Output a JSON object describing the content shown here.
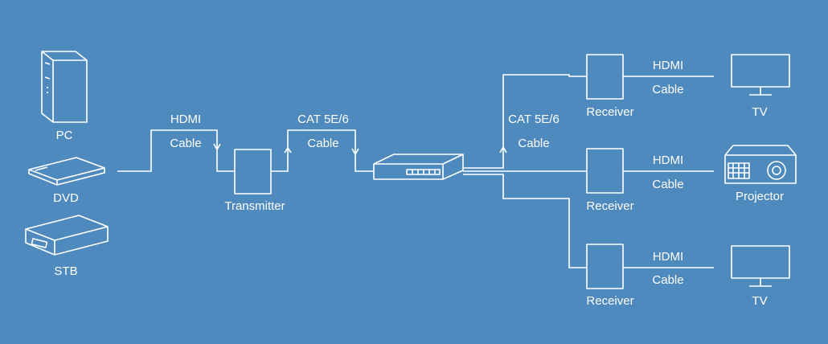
{
  "background_color": "#4f8abf",
  "line_color": "#ffffff",
  "sources": [
    {
      "label": "PC",
      "icon": "pc-tower-icon"
    },
    {
      "label": "DVD",
      "icon": "dvd-player-icon"
    },
    {
      "label": "STB",
      "icon": "set-top-box-icon"
    }
  ],
  "input_cable": {
    "line1": "HDMI",
    "line2": "Cable"
  },
  "transmitter": {
    "label": "Transmitter",
    "icon": "transmitter-box-icon"
  },
  "cat_cable_in": {
    "line1": "CAT 5E/6",
    "line2": "Cable"
  },
  "switch": {
    "icon": "network-switch-icon"
  },
  "cat_cable_out": {
    "line1": "CAT 5E/6",
    "line2": "Cable"
  },
  "outputs": [
    {
      "receiver_label": "Receiver",
      "cable_line1": "HDMI",
      "cable_line2": "Cable",
      "display_label": "TV",
      "display_icon": "tv-icon"
    },
    {
      "receiver_label": "Receiver",
      "cable_line1": "HDMI",
      "cable_line2": "Cable",
      "display_label": "Projector",
      "display_icon": "projector-icon"
    },
    {
      "receiver_label": "Receiver",
      "cable_line1": "HDMI",
      "cable_line2": "Cable",
      "display_label": "TV",
      "display_icon": "tv-icon"
    }
  ]
}
